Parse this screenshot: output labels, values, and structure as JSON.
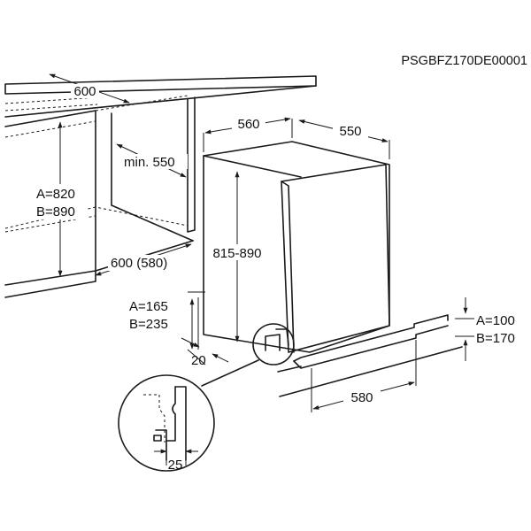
{
  "document": {
    "code": "PSGBFZ170DE00001"
  },
  "dimensions": {
    "niche_width": "600",
    "niche_depth_min": "min. 550",
    "niche_height_a": "A=820",
    "niche_height_b": "B=890",
    "niche_depth": "600 (580)",
    "appliance_width": "560",
    "appliance_depth": "550",
    "appliance_height": "815-890",
    "plinth_height_a": "A=165",
    "plinth_height_b": "B=235",
    "plinth_setback": "20",
    "plinth_gap_a": "A=100",
    "plinth_gap_b": "B=170",
    "plinth_width": "580",
    "detail_offset": "25"
  }
}
